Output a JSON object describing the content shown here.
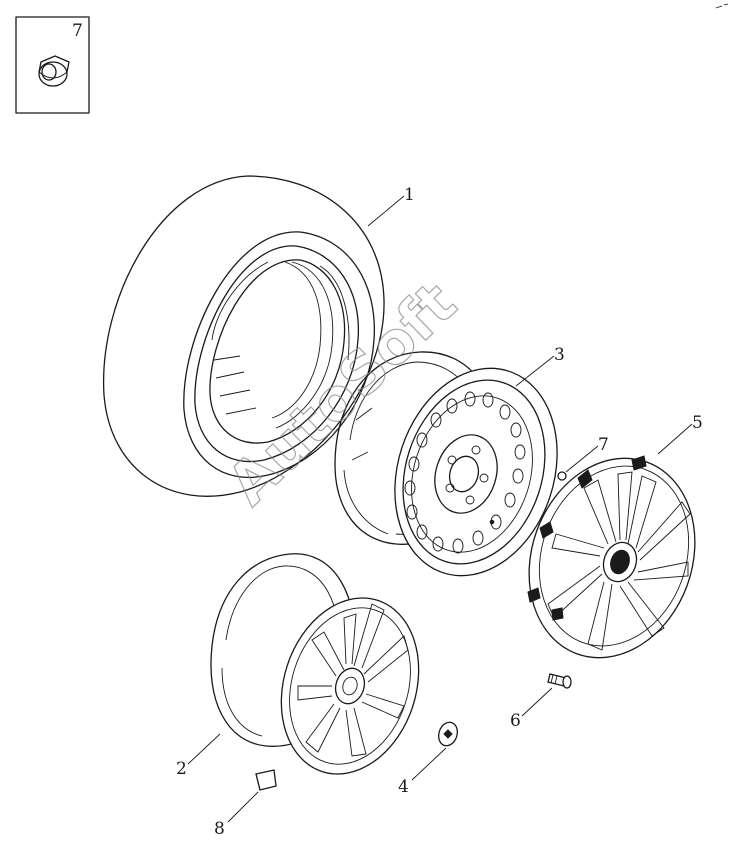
{
  "watermark": "AutoSoft",
  "inset": {
    "label": "7",
    "part": "wheel-nut"
  },
  "callouts": [
    {
      "id": "tire",
      "label": "1"
    },
    {
      "id": "alloy-wheel",
      "label": "2"
    },
    {
      "id": "steel-wheel",
      "label": "3"
    },
    {
      "id": "center-cap",
      "label": "4"
    },
    {
      "id": "wheel-cover",
      "label": "5"
    },
    {
      "id": "valve-stem",
      "label": "6"
    },
    {
      "id": "wheel-nut",
      "label": "7"
    },
    {
      "id": "balance-weight",
      "label": "8"
    }
  ]
}
